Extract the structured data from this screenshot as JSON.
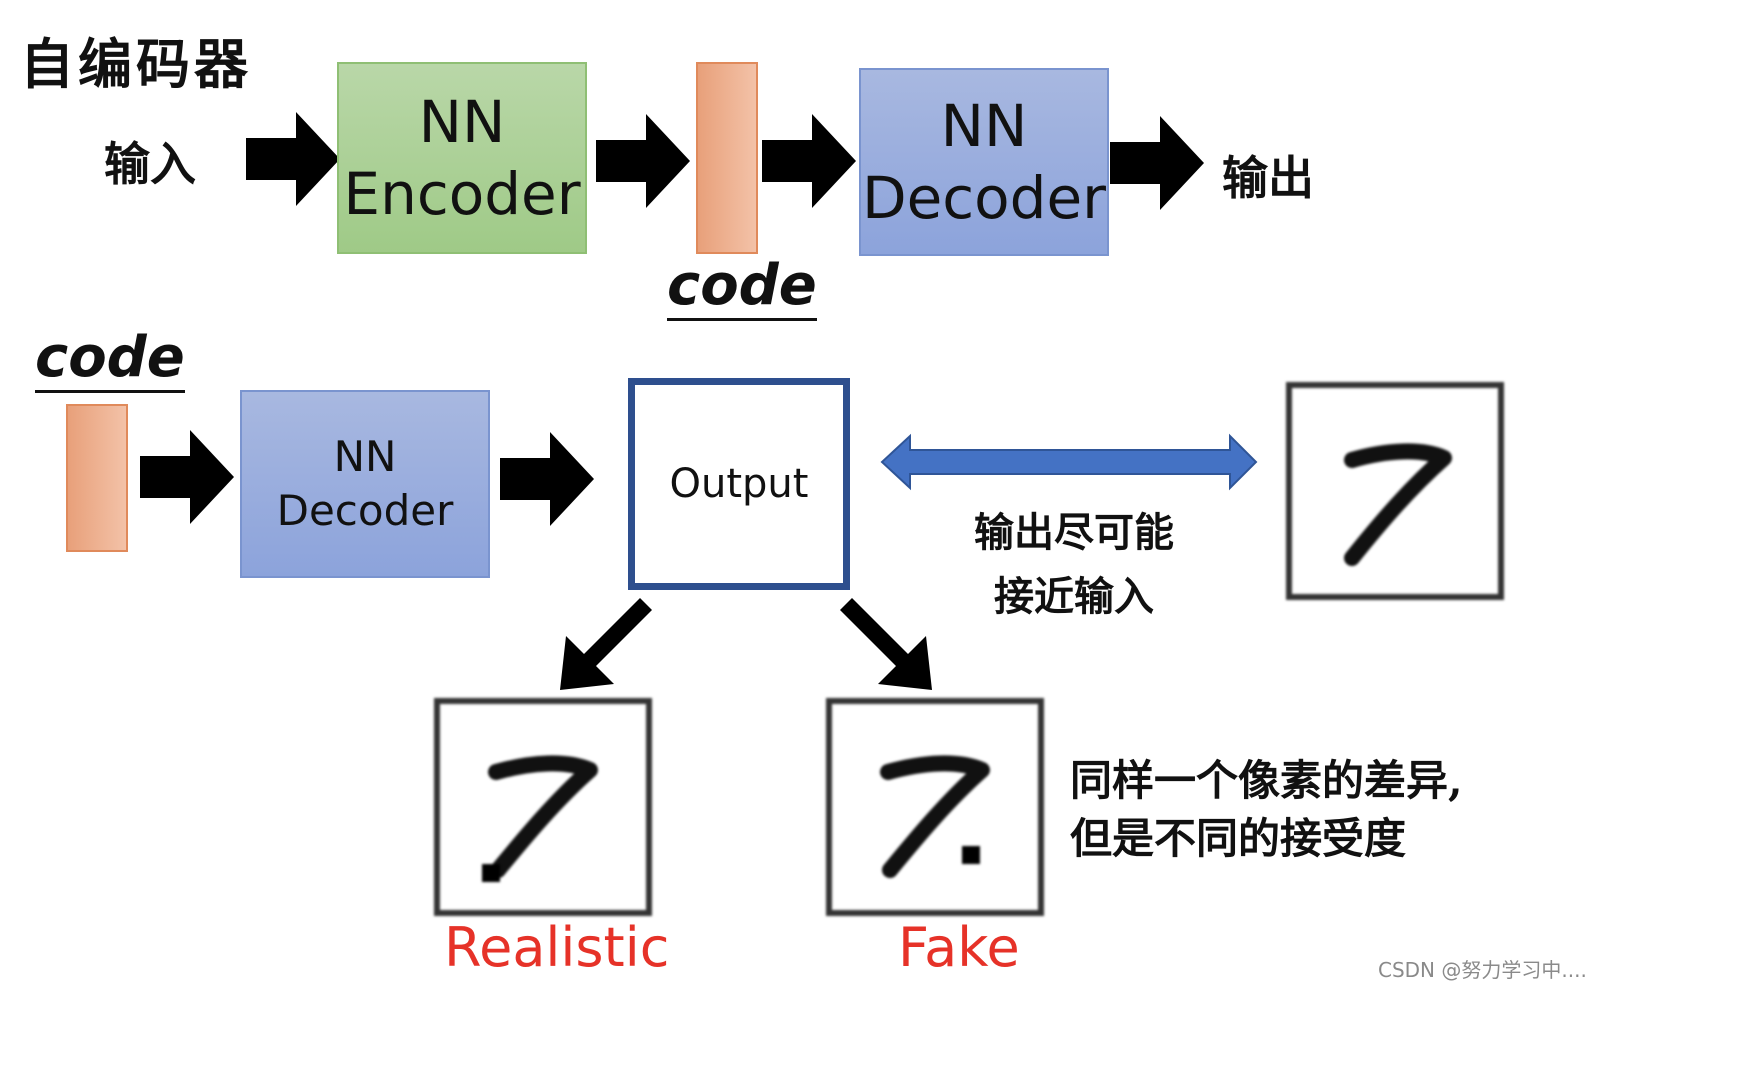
{
  "title": "自编码器",
  "top_row": {
    "input_label": "输入",
    "encoder": {
      "line1": "NN",
      "line2": "Encoder"
    },
    "code_label": "code",
    "decoder": {
      "line1": "NN",
      "line2": "Decoder"
    },
    "output_label": "输出"
  },
  "bottom_row": {
    "code_label": "code",
    "decoder": {
      "line1": "NN",
      "line2": "Decoder"
    },
    "output_box": "Output",
    "note_line1": "输出尽可能",
    "note_line2": "接近输入"
  },
  "comparison": {
    "realistic_label": "Realistic",
    "fake_label": "Fake",
    "note_line1": "同样一个像素的差异,",
    "note_line2": "但是不同的接受度"
  },
  "watermark": "CSDN @努力学习中....",
  "colors": {
    "encoder": "#a8cf92",
    "decoder": "#94a9dc",
    "code": "#eeb08f",
    "output_border": "#2e4f8e",
    "double_arrow": "#4472c4",
    "red_label": "#e63228"
  }
}
